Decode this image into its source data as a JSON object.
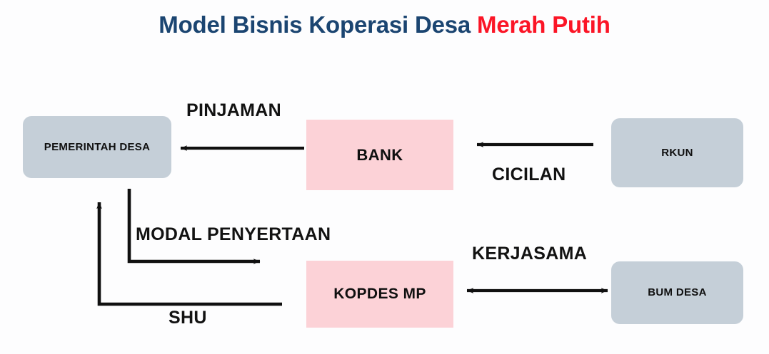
{
  "title": {
    "main": "Model Bisnis Koperasi Desa ",
    "accent": "Merah Putih",
    "main_color": "#1b4571",
    "accent_color": "#fb1526"
  },
  "palette": {
    "background": "#fdfdfe",
    "node_gray": "#c5cfd8",
    "node_pink": "#fcd2d7",
    "arrow": "#101010",
    "node_text": "#101010"
  },
  "nodes": [
    {
      "id": "pemerintah-desa",
      "label": "PEMERINTAH DESA",
      "fill": "gray",
      "shape": "rounded"
    },
    {
      "id": "bank",
      "label": "BANK",
      "fill": "pink",
      "shape": "rect"
    },
    {
      "id": "rkun",
      "label": "RKUN",
      "fill": "gray",
      "shape": "rounded"
    },
    {
      "id": "kopdes-mp",
      "label": "KOPDES MP",
      "fill": "pink",
      "shape": "rect"
    },
    {
      "id": "bum-desa",
      "label": "BUM DESA",
      "fill": "gray",
      "shape": "rounded"
    }
  ],
  "edges": [
    {
      "id": "pinjaman",
      "label": "PINJAMAN",
      "from": "bank",
      "to": "pemerintah-desa",
      "direction": "single"
    },
    {
      "id": "cicilan",
      "label": "CICILAN",
      "from": "rkun",
      "to": "bank",
      "direction": "single"
    },
    {
      "id": "modal-penyertaan",
      "label": "MODAL PENYERTAAN",
      "from": "pemerintah-desa",
      "to": "kopdes-mp",
      "direction": "single"
    },
    {
      "id": "shu",
      "label": "SHU",
      "from": "kopdes-mp",
      "to": "pemerintah-desa",
      "direction": "single"
    },
    {
      "id": "kerjasama",
      "label": "KERJASAMA",
      "from": "kopdes-mp",
      "to": "bum-desa",
      "direction": "double"
    }
  ]
}
